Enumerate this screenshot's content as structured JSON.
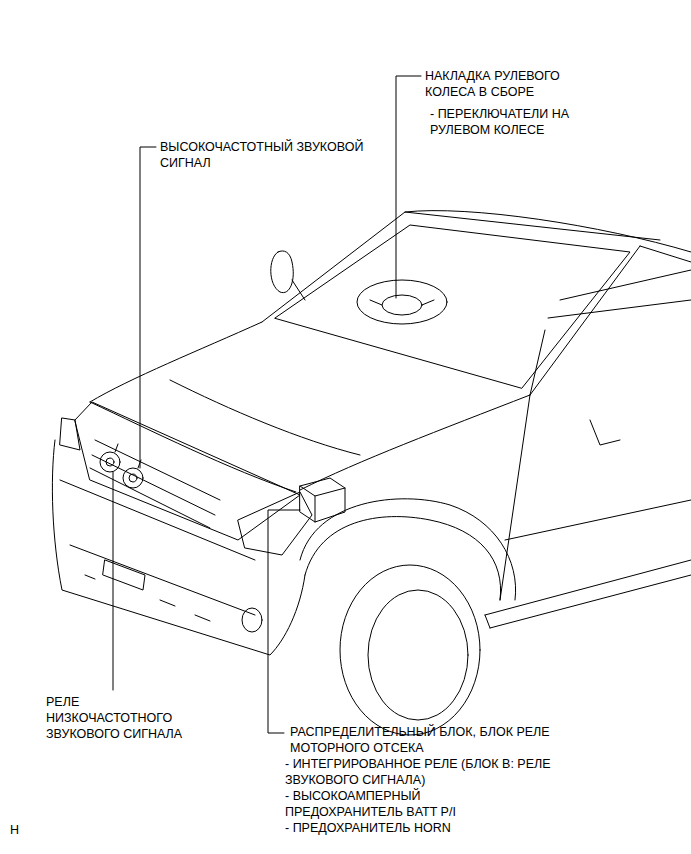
{
  "diagram": {
    "labels": [
      "НАКЛАДКА РУЛЕВОГО КОЛЕСА В СБОРЕ",
      "- ПЕРЕКЛЮЧАТЕЛИ НА РУЛЕВОМ КОЛЕСЕ",
      "ВЫСОКОЧАСТОТНЫЙ ЗВУКОВОЙ СИГНАЛ",
      "РЕЛЕ НИЗКОЧАСТОТНОГО ЗВУКОВОГО СИГНАЛА",
      "РАСПРЕДЕЛИТЕЛЬНЫЙ БЛОК, БЛОК РЕЛЕ МОТОРНОГО ОТСЕКА",
      "- ИНТЕГРИРОВАННОЕ РЕЛЕ (БЛОК В: РЕЛЕ ЗВУКОВОГО СИГНАЛА)",
      "- ВЫСОКОАМПЕРНЫЙ ПРЕДОХРАНИТЕЛЬ BATT P/I",
      "- ПРЕДОХРАНИТЕЛЬ HORN",
      "H"
    ]
  }
}
